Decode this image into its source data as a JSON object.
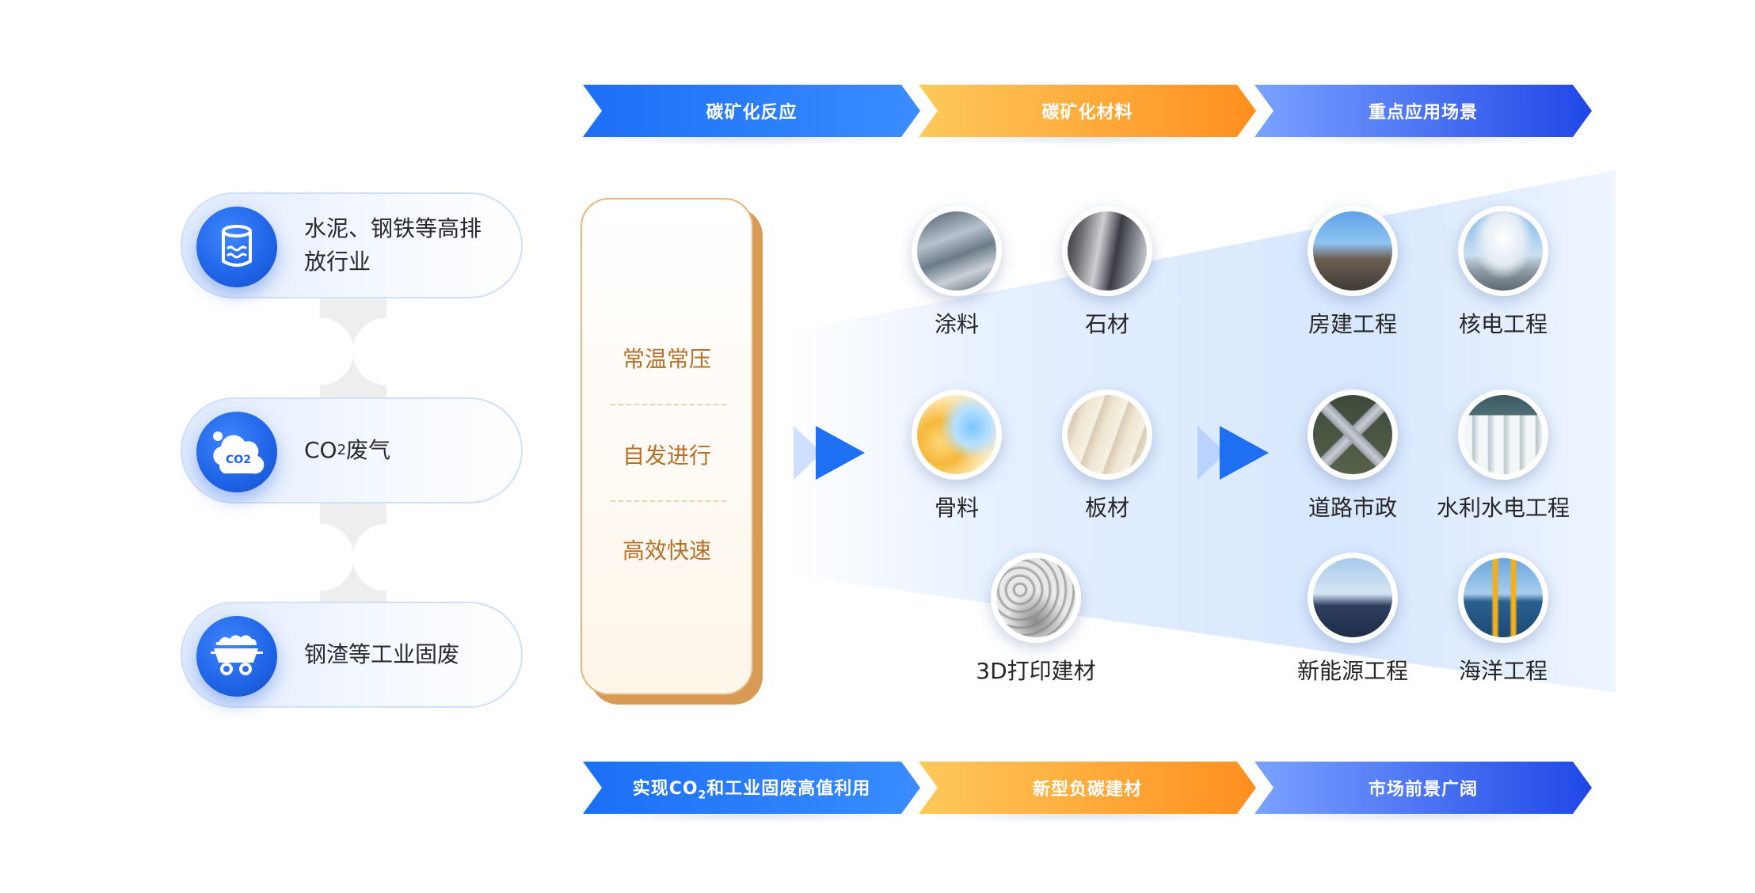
{
  "sources": [
    {
      "label": "水泥、钢铁等高排放行业",
      "icon": "cylinder-waves-icon"
    },
    {
      "label_main": "CO",
      "label_sub": "2",
      "label_tail": "废气",
      "icon": "co2-cloud-icon",
      "icon_text": "CO2"
    },
    {
      "label": "钢渣等工业固废",
      "icon": "mine-cart-icon"
    }
  ],
  "banners_top": [
    {
      "label": "碳矿化反应",
      "color": "blue"
    },
    {
      "label": "碳矿化材料",
      "color": "orange"
    },
    {
      "label": "重点应用场景",
      "color": "indigo"
    }
  ],
  "banners_bottom": [
    {
      "label_pre": "实现CO",
      "label_sub": "2",
      "label_post": "和工业固废高值利用",
      "color": "blue"
    },
    {
      "label": "新型负碳建材",
      "color": "orange"
    },
    {
      "label": "市场前景广阔",
      "color": "indigo"
    }
  ],
  "process": [
    "常温常压",
    "自发进行",
    "高效快速"
  ],
  "materials": [
    "涂料",
    "石材",
    "骨料",
    "板材",
    "3D打印建材"
  ],
  "applications": [
    "房建工程",
    "核电工程",
    "道路市政",
    "水利水电工程",
    "新能源工程",
    "海洋工程"
  ],
  "colors": {
    "blue": "#1c6ff5",
    "orange": "#ff9a2a",
    "indigo": "#2c55ea",
    "process_text": "#b5712a",
    "arrow": "#1f6ff2"
  }
}
